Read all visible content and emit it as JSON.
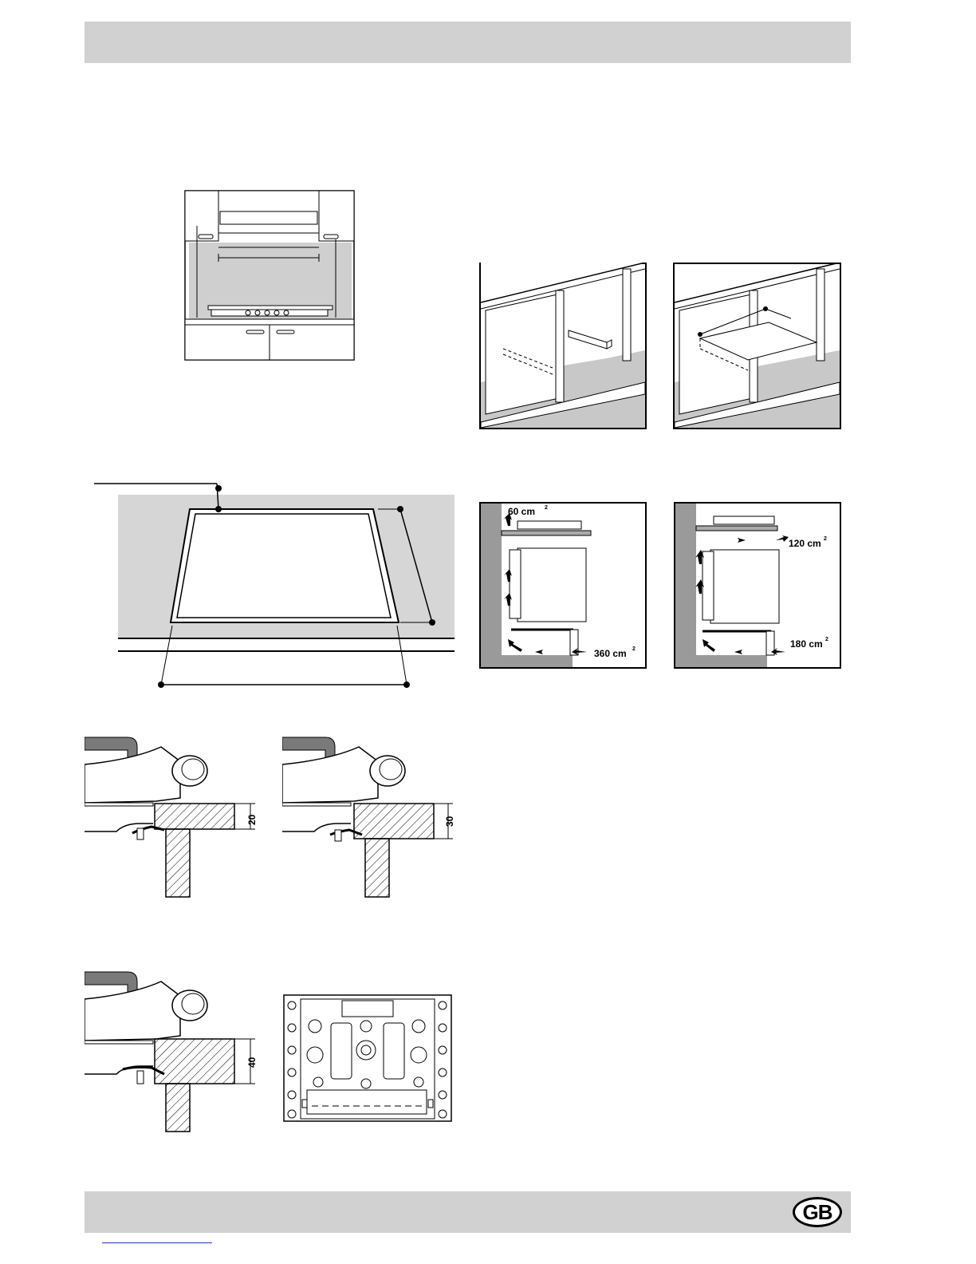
{
  "badge": {
    "label": "GB"
  },
  "ventilation_left": {
    "top_vent": "60 cm",
    "bottom_vent": "360 cm",
    "unit_exponent": "2"
  },
  "ventilation_right": {
    "top_vent": "120 cm",
    "bottom_vent": "180 cm",
    "unit_exponent": "2"
  },
  "clamp_dims": {
    "thin": "20",
    "medium": "30",
    "thick": "40"
  },
  "colors": {
    "band": "#d1d1d1",
    "gray_fill": "#c9c9c9",
    "dark": "#1a1a1a"
  }
}
